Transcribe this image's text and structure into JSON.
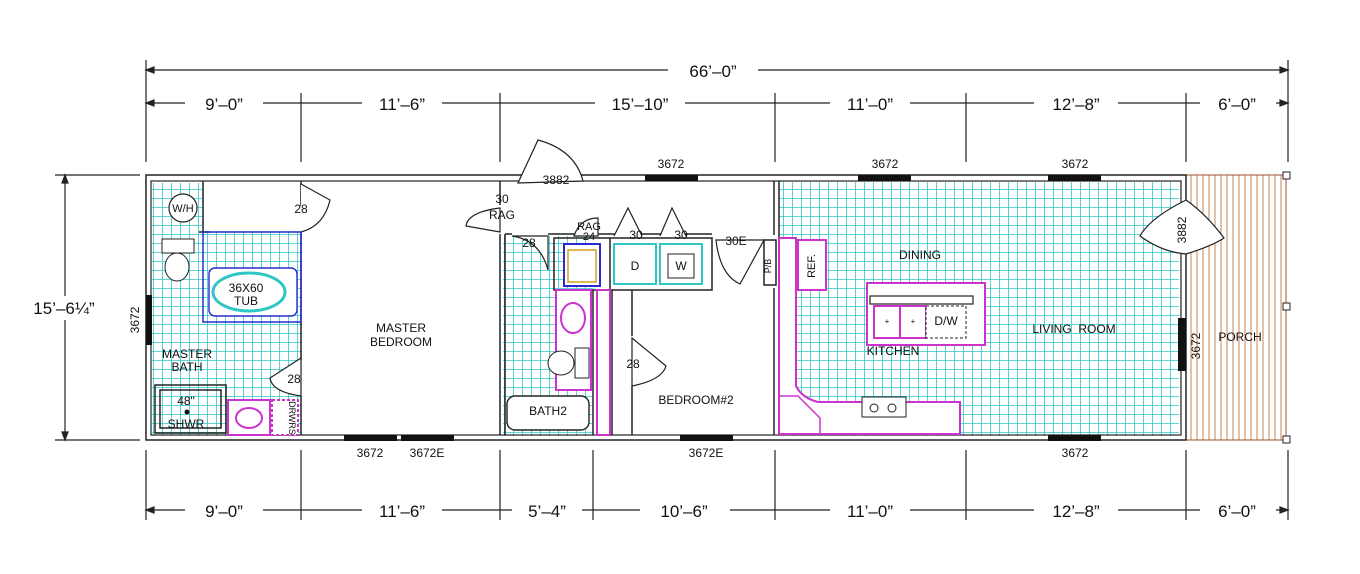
{
  "dims": {
    "overall": "66’–0”",
    "width": "15’–6¼”",
    "top": [
      "9’–0”",
      "11’–6”",
      "15’–10”",
      "11’–0”",
      "12’–8”",
      "6’–0”"
    ],
    "bottom": [
      "9’–0”",
      "11’–6”",
      "5’–4”",
      "10’–6”",
      "11’–0”",
      "12’–8”",
      "6’–0”"
    ]
  },
  "rooms": {
    "master_bedroom": [
      "MASTER",
      "BEDROOM"
    ],
    "master_bath": [
      "MASTER",
      "BATH"
    ],
    "dining": "DINING",
    "living_room": "LIVING  ROOM",
    "kitchen": "KITCHEN",
    "bedroom2": "BEDROOM#2",
    "porch": "PORCH",
    "bath2": "BATH2"
  },
  "fixtures": {
    "wh": "W/H",
    "tub": [
      "36X60",
      "TUB"
    ],
    "shower": [
      "48\"",
      "SHWR"
    ],
    "drawers": "DRWRS",
    "ref": "REF.",
    "pantry": "P/B",
    "dw": "D/W",
    "dryer": "D",
    "washer": "W",
    "rag_top": "RAG",
    "rag_24": "24"
  },
  "doors": {
    "d28": "28",
    "d30": "30",
    "d30e": "30E",
    "rag": "RAG",
    "d3882": "3882"
  },
  "windows": {
    "w3672": "3672",
    "w3672e": "3672E"
  },
  "colors": {
    "tile": "#2ec6c6",
    "cabinet": "#cc33cc",
    "fixture_blue": "#2a2ad0",
    "porch_wood": "#a0522d"
  }
}
